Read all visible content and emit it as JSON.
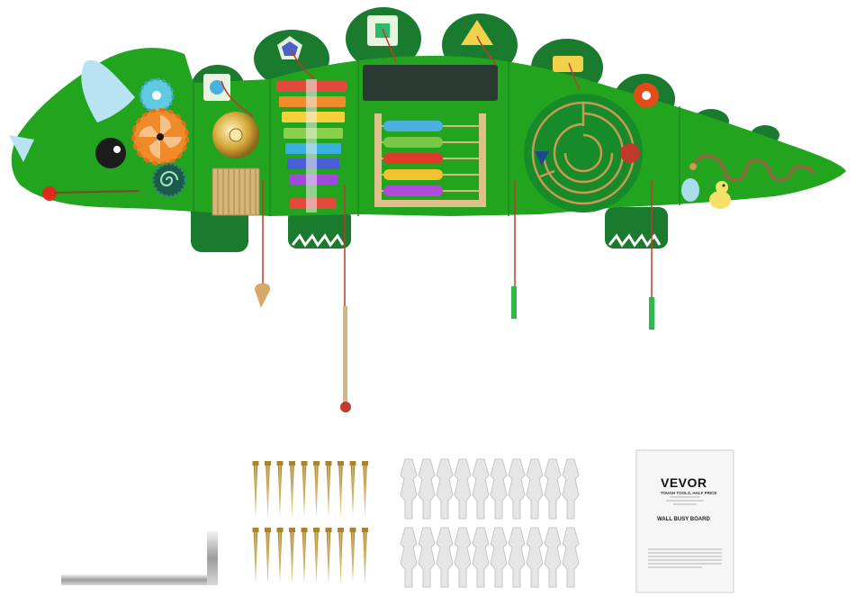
{
  "manual": {
    "brand": "VEVOR",
    "tagline": "TOUGH TOOLS, HALF PRICE",
    "title": "WALL BUSY BOARD"
  },
  "colors": {
    "board_green": "#22a41f",
    "board_dark_green": "#1a7a2e",
    "board_light_green": "#5ac96a",
    "chalkboard": "#2a3a33",
    "maze_green": "#178b2a",
    "wood": "#d8b57a",
    "screw_gold": "#b8923a",
    "anchor_gray": "#e4e4e4"
  },
  "icons": [
    "gear-icon",
    "pinwheel-icon",
    "bell-icon",
    "xylophone-icon",
    "abacus-icon",
    "maze-icon",
    "snake-track-icon",
    "duck-icon",
    "egg-icon"
  ]
}
